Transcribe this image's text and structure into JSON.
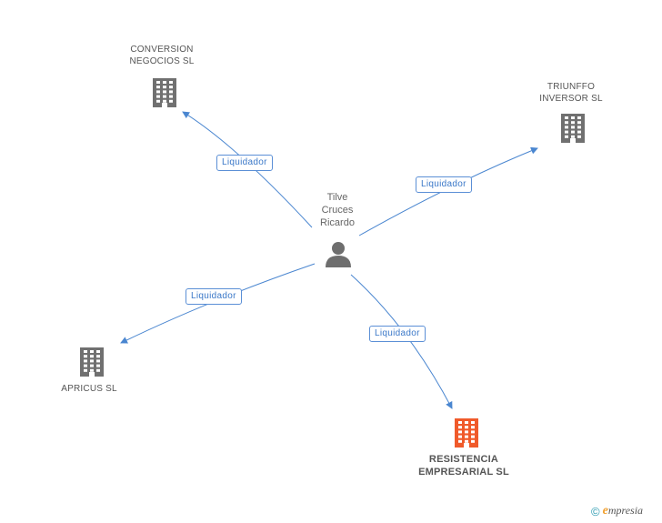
{
  "center": {
    "name_lines": [
      "Tilve",
      "Cruces",
      "Ricardo"
    ],
    "icon": "person-icon"
  },
  "companies": [
    {
      "id": "conversion",
      "name_lines": [
        "CONVERSION",
        "NEGOCIOS SL"
      ],
      "icon": "building-icon",
      "color": "#707070"
    },
    {
      "id": "triunffo",
      "name_lines": [
        "TRIUNFFO",
        "INVERSOR SL"
      ],
      "icon": "building-icon",
      "color": "#707070"
    },
    {
      "id": "apricus",
      "name_lines": [
        "APRICUS SL"
      ],
      "icon": "building-icon",
      "color": "#707070"
    },
    {
      "id": "resistencia",
      "name_lines": [
        "RESISTENCIA",
        "EMPRESARIAL SL"
      ],
      "icon": "building-icon",
      "color": "#f05a2a"
    }
  ],
  "edges": [
    {
      "to": "conversion",
      "label": "Liquidador"
    },
    {
      "to": "triunffo",
      "label": "Liquidador"
    },
    {
      "to": "apricus",
      "label": "Liquidador"
    },
    {
      "to": "resistencia",
      "label": "Liquidador"
    }
  ],
  "colors": {
    "edge": "#4a86d0",
    "person": "#6e6e6e"
  },
  "footer": {
    "copyright": "©",
    "brand_initial": "e",
    "brand_rest": "mpresia"
  }
}
